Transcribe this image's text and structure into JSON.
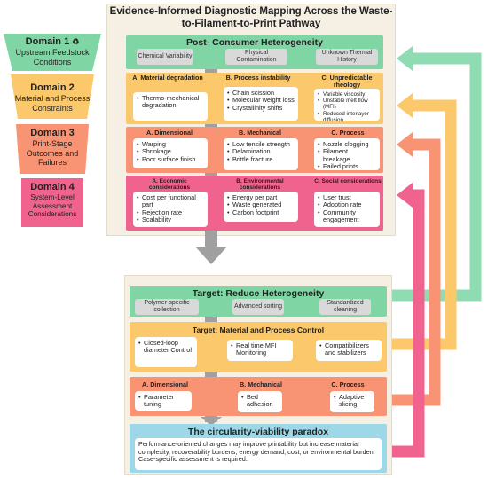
{
  "title": "Evidence-Informed Diagnostic Mapping Across the Waste-to-Filament-to-Print Pathway",
  "domains": [
    {
      "title": "Domain 1",
      "subtitle": "Upstream Feedstock Conditions",
      "color": "#7fd6a4"
    },
    {
      "title": "Domain 2",
      "subtitle": "Material and Process Constraints",
      "color": "#fbc86b"
    },
    {
      "title": "Domain 3",
      "subtitle": "Print-Stage Outcomes and Failures",
      "color": "#f89474"
    },
    {
      "title": "Domain 4",
      "subtitle": "System-Level Assessment Considerations",
      "color": "#f0638f"
    }
  ],
  "top": {
    "heterogeneity": {
      "title": "Post- Consumer Heterogeneity",
      "pills": [
        "Chemical Variability",
        "Physical Contamination",
        "Unknown Thermal History"
      ]
    },
    "material": {
      "headers": [
        "A. Material degradation",
        "B. Process instability",
        "C. Unpredictable rheology"
      ],
      "cards": [
        [
          "Thermo-mechanical degradation"
        ],
        [
          "Chain scission",
          "Molecular weight loss",
          "Crystallinity shifts"
        ],
        [
          "Variable viscosity",
          "Unstable melt flow (MFI)",
          "Reduced interlayer diffusion"
        ]
      ]
    },
    "print": {
      "headers": [
        "A. Dimensional",
        "B. Mechanical",
        "C. Process"
      ],
      "cards": [
        [
          "Warping",
          "Shrinkage",
          "Poor surface finish"
        ],
        [
          "Low tensile strength",
          "Delamination",
          "Brittle fracture"
        ],
        [
          "Nozzle clogging",
          "Filament breakage",
          "Failed prints"
        ]
      ]
    },
    "system": {
      "headers": [
        "A. Economic considerations",
        "B. Environmental considerations",
        "C. Social considerations"
      ],
      "cards": [
        [
          "Cost per functional part",
          "Rejection rate",
          "Scalability"
        ],
        [
          "Energy per part",
          "Waste generated",
          "Carbon footprint"
        ],
        [
          "User trust",
          "Adoption rate",
          "Community engagement"
        ]
      ]
    }
  },
  "bottom": {
    "target1": {
      "title": "Target: Reduce Heterogeneity",
      "pills": [
        "Polymer-specific collection",
        "Advanced sorting",
        "Standardized cleaning"
      ]
    },
    "target2": {
      "title": "Target: Material and Process Control",
      "cards": [
        [
          "Closed-loop diameter Control"
        ],
        [
          "Real time MFI Monitoring"
        ],
        [
          "Compatibilizers and stabilizers"
        ]
      ]
    },
    "target3": {
      "headers": [
        "A. Dimensional",
        "B. Mechanical",
        "C. Process"
      ],
      "cards": [
        [
          "Parameter tuning"
        ],
        [
          "Bed adhesion"
        ],
        [
          "Adaptive slicing"
        ]
      ]
    },
    "paradox": {
      "title": "The circularity-viability paradox",
      "text": "Performance-oriented changes may improve printability but increase material complexity, recoverability burdens, energy demand, cost, or environmental burden. Case-specific assessment is required."
    }
  }
}
